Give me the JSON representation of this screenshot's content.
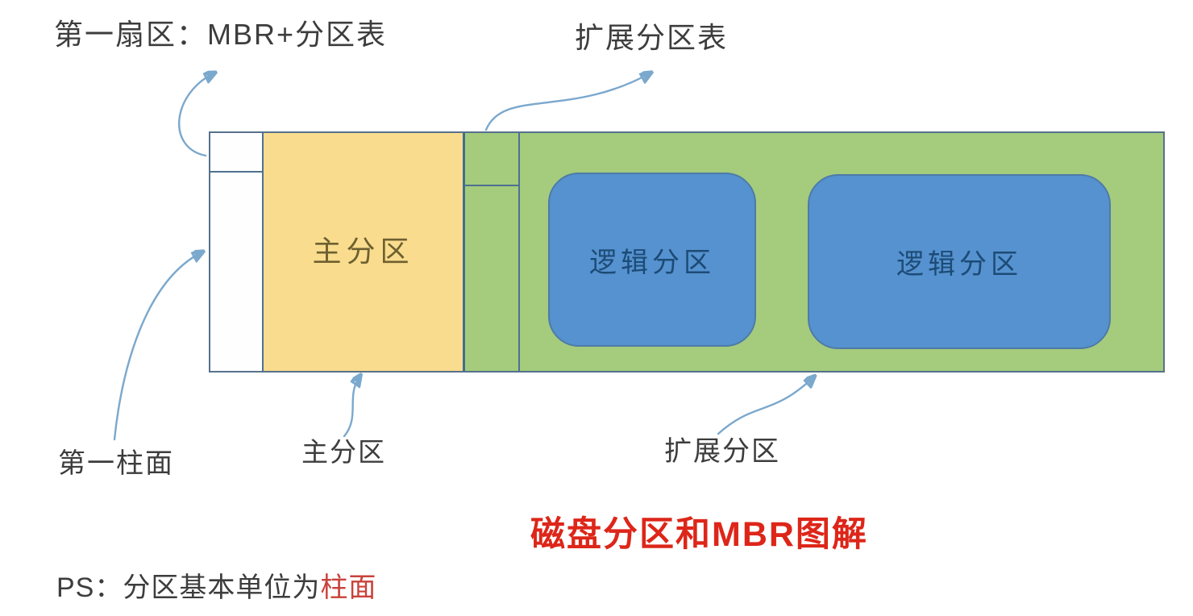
{
  "labels": {
    "first_sector": "第一扇区：MBR+分区表",
    "extended_partition_table": "扩展分区表",
    "first_cylinder": "第一柱面",
    "primary_partition": "主分区",
    "extended_partition": "扩展分区"
  },
  "diagram": {
    "primary_partition_label": "主分区",
    "logical_partitions": [
      "逻辑分区",
      "逻辑分区"
    ],
    "colors": {
      "primary_fill": "#f9dc8e",
      "extended_fill": "#a5cb7d",
      "logical_fill": "#5592cf",
      "box_border": "#4e7191",
      "arrow": "#7ba8cd",
      "title_red": "#dd2619",
      "footnote_red": "#c9423a"
    }
  },
  "title": "磁盘分区和MBR图解",
  "footnote": {
    "prefix": "PS：分区基本单位为",
    "highlight": "柱面"
  }
}
